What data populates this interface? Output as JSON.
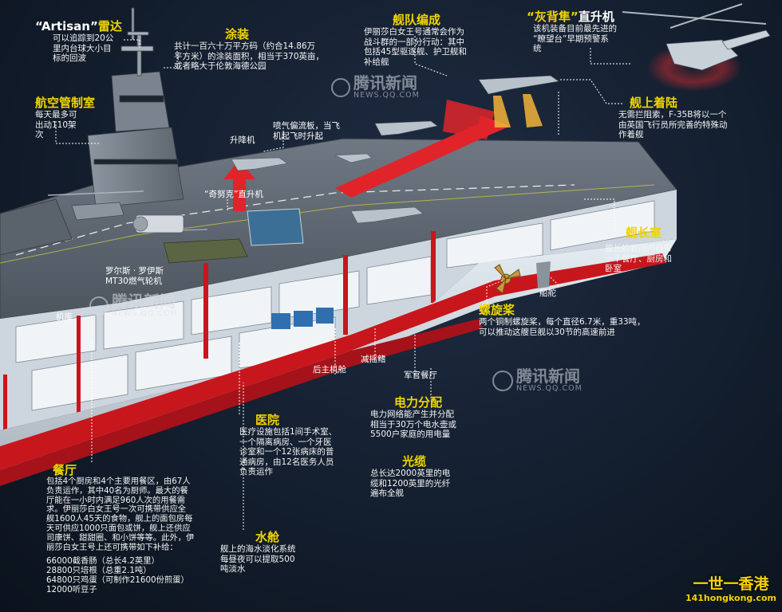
{
  "callouts": {
    "radar": {
      "title_quoted": "“Artisan”",
      "title_rest": "雷达",
      "body": [
        "可以追踪到20公",
        "里内台球大小目",
        "标的回波"
      ]
    },
    "coating": {
      "title": "涂装",
      "body": [
        "共计一百六十万平方码（约合14.86万",
        "平方米）的涂装面积，相当于370英亩，",
        "或者略大于伦敦海德公园"
      ]
    },
    "fleet": {
      "title": "舰队编成",
      "body": [
        "伊丽莎白女王号通常会作为",
        "战斗群的一部分行动：其中",
        "包括45型驱逐舰、护卫舰和",
        "补给舰"
      ]
    },
    "helo": {
      "title_quoted": "“灰背隼”",
      "title_rest": "直升机",
      "body": [
        "该机装备目前最先进的",
        "“瞭望台”早期预警系",
        "统"
      ]
    },
    "atc": {
      "title": "航空管制室",
      "body": [
        "每天最多可",
        "出动110架",
        "次"
      ]
    },
    "landing": {
      "title": "舰上着陆",
      "body": [
        "无需拦阻索，F-35B将以一个",
        "由英国飞行员所完善的特殊动",
        "作着舰"
      ]
    },
    "captain": {
      "title": "舰长室",
      "body": [
        "舰长的套间内自带",
        "一个餐厅、厨房和",
        "卧室"
      ]
    },
    "propeller": {
      "title": "螺旋桨",
      "body": [
        "两个铜制螺旋桨，每个直径6.7米，重33吨，",
        "可以推动这艘巨舰以30节的高速前进"
      ]
    },
    "power": {
      "title": "电力分配",
      "body": [
        "电力网络能产生并分配",
        "相当于30万个电水壶或",
        "5500户家庭的用电量"
      ]
    },
    "cable": {
      "title": "光缆",
      "body": [
        "总长达2000英里的电",
        "缆和1200英里的光纤",
        "遍布全舰"
      ]
    },
    "hospital": {
      "title": "医院",
      "body": [
        "医疗设施包括1间手术室、",
        "一个隔离病房、一个牙医",
        "诊室和一个12张病床的普",
        "通病房，由12名医务人员",
        "负责运作"
      ]
    },
    "water": {
      "title": "水舱",
      "body": [
        "舰上的海水淡化系统",
        "每昼夜可以提取500",
        "吨淡水"
      ]
    },
    "dining": {
      "title": "餐厅",
      "body": [
        "包括4个厨房和4个主要用餐区，由67人",
        "负责运作，其中40名为厨师。最大的餐",
        "厅能在一小时内满足960人次的用餐需",
        "求。伊丽莎白女王号一次可携带供应全",
        "舰1600人45天的食物，舰上的面包房每",
        "天可供应1000只面包或饼，舰上还供应",
        "司康饼、甜甜圈、和小饼等等。此外，伊",
        "丽莎白女王号上还可携带如下补给：",
        "",
        "66000截香肠（总长4.2英里）",
        "28800只培根（总重2.1吨）",
        "64800只鸡蛋（可制作21600份煎蛋）",
        "12000听豆子"
      ]
    }
  },
  "labels": {
    "lift": "升降机",
    "deflector": [
      "喷气偏流板，当飞",
      "机起飞时升起"
    ],
    "chinook": [
      "“奇努克”直升机"
    ],
    "mt30": [
      "罗尔斯 · 罗伊斯",
      "MT30燃气轮机"
    ],
    "hangar": "机库",
    "rudder": "船舵",
    "aft_engine": "后主机舱",
    "stabilizer": "减摇鳍",
    "wardroom": "军官餐厅"
  },
  "watermark": {
    "text": "腾讯新闻",
    "sub": "NEWS.QQ.COM"
  },
  "site_badge": {
    "name": "一世一香港",
    "url": "141hongkong.com"
  },
  "colors": {
    "title_yellow": "#f0d400",
    "hull_red": "#c8161d",
    "arrow_red": "#e0242a",
    "background": "#131e2e"
  }
}
